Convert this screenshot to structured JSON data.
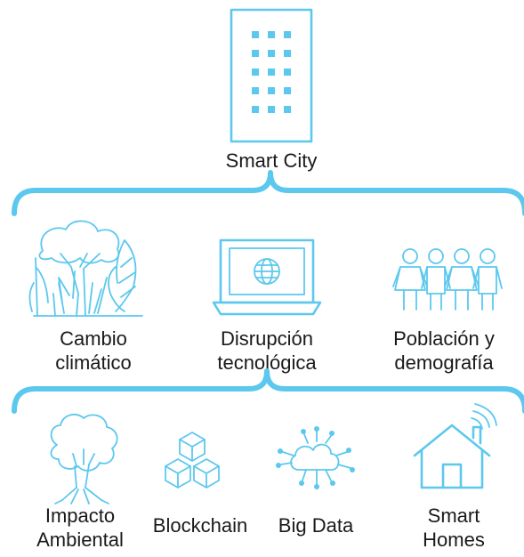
{
  "root": {
    "label": "Smart City",
    "icon": "building-icon"
  },
  "challenges": [
    {
      "label_line1": "Cambio",
      "label_line2": "climático",
      "icon": "jungle-icon"
    },
    {
      "label_line1": "Disrupción",
      "label_line2": "tecnológica",
      "icon": "laptop-globe-icon"
    },
    {
      "label_line1": "Población y",
      "label_line2": "demografía",
      "icon": "people-icon"
    }
  ],
  "solutions": [
    {
      "label_line1": "Impacto",
      "label_line2": "Ambiental",
      "icon": "tree-icon"
    },
    {
      "label_line1": "Blockchain",
      "label_line2": "",
      "icon": "blocks-icon"
    },
    {
      "label_line1": "Big Data",
      "label_line2": "",
      "icon": "cloud-network-icon"
    },
    {
      "label_line1": "Smart",
      "label_line2": "Homes",
      "icon": "smart-house-icon"
    }
  ],
  "colors": {
    "accent": "#5cc8ee",
    "text": "#1a1a1a"
  }
}
